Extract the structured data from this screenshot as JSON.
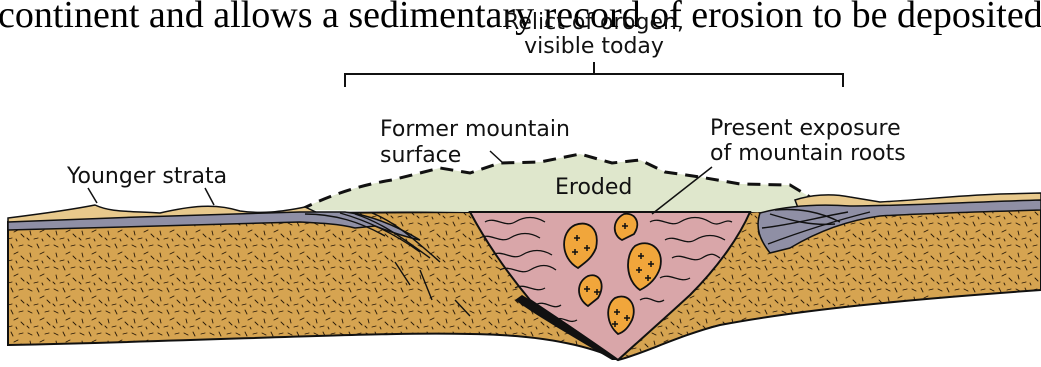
{
  "caption_fragment": "continent and allows a sedimentary record of erosion to be deposited",
  "labels": {
    "relict_line1": "Relict of orogen,",
    "relict_line2": "visible today",
    "former_line1": "Former mountain",
    "former_line2": "surface",
    "present_line1": "Present exposure",
    "present_line2": "of mountain roots",
    "younger_strata": "Younger strata",
    "eroded": "Eroded"
  },
  "colors": {
    "basement": "#d6a451",
    "strata_tan": "#e8c98c",
    "strata_gray": "#8f8fa5",
    "eroded_fill": "#dfe7cc",
    "core_pink": "#d9a6a9",
    "pluton_orange": "#f1a63b",
    "ink": "#111111"
  },
  "icons": [
    "plus-marker",
    "bracket"
  ]
}
